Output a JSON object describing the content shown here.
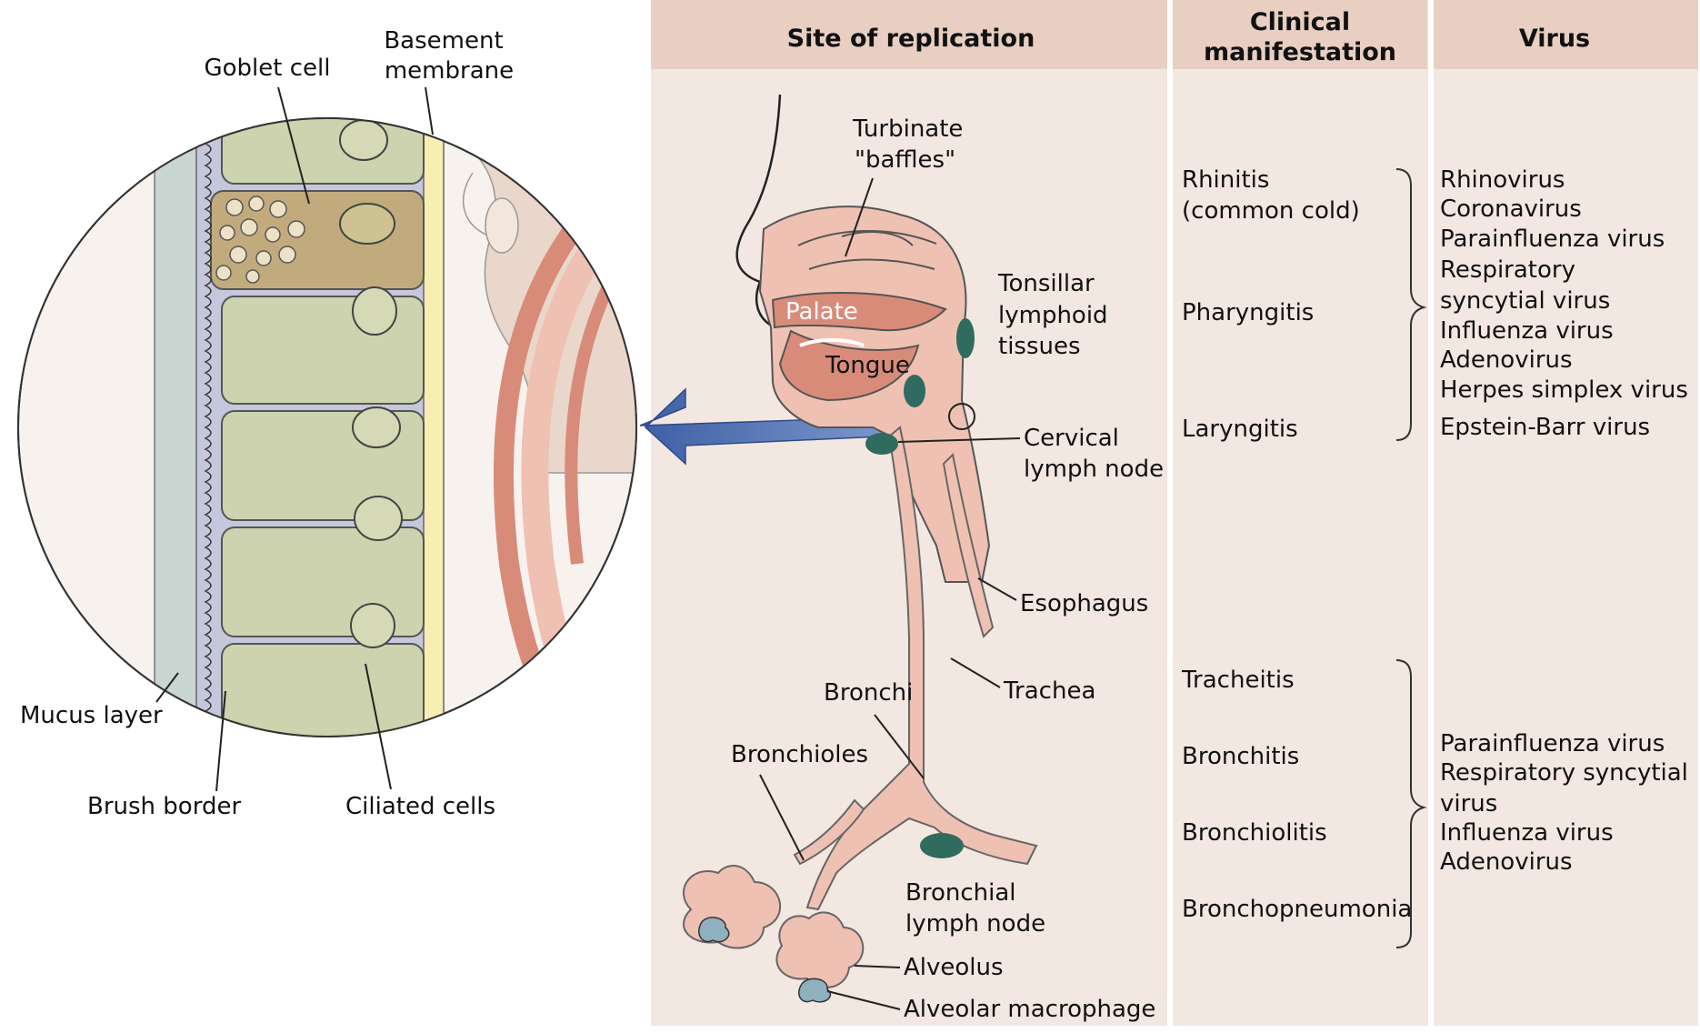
{
  "headers": {
    "site": "Site of replication",
    "clinical_line1": "Clinical",
    "clinical_line2": "manifestation",
    "virus": "Virus"
  },
  "left_labels": {
    "goblet_cell": "Goblet cell",
    "basement_line1": "Basement",
    "basement_line2": "membrane",
    "mucus_layer": "Mucus layer",
    "brush_border": "Brush border",
    "ciliated_cells": "Ciliated cells"
  },
  "anatomy_labels": {
    "turbinate_line1": "Turbinate",
    "turbinate_line2": "\"baffles\"",
    "palate": "Palate",
    "tongue": "Tongue",
    "tonsillar_line1": "Tonsillar",
    "tonsillar_line2": "lymphoid",
    "tonsillar_line3": "tissues",
    "cervical_line1": "Cervical",
    "cervical_line2": "lymph node",
    "esophagus": "Esophagus",
    "trachea": "Trachea",
    "bronchi": "Bronchi",
    "bronchioles": "Bronchioles",
    "bronchial_line1": "Bronchial",
    "bronchial_line2": "lymph node",
    "alveolus": "Alveolus",
    "alveolar_macrophage": "Alveolar macrophage"
  },
  "upper_clinical": [
    "Rhinitis",
    "(common cold)",
    "Pharyngitis",
    "Laryngitis"
  ],
  "upper_viruses": [
    "Rhinovirus",
    "Coronavirus",
    "Parainfluenza virus",
    "Respiratory",
    "syncytial virus",
    "Influenza virus",
    "Adenovirus",
    "Herpes simplex virus",
    "Epstein-Barr virus"
  ],
  "lower_clinical": [
    "Tracheitis",
    "Bronchitis",
    "Bronchiolitis",
    "Bronchopneumonia"
  ],
  "lower_viruses": [
    "Parainfluenza virus",
    "Respiratory syncytial",
    "virus",
    "Influenza virus",
    "Adenovirus"
  ],
  "colors": {
    "panel_bg": "#f3e7e1",
    "header_bg": "#e8cfc2",
    "tissue_pink": "#efc1b3",
    "tissue_dark": "#d98b7a",
    "lymph_green": "#2f6b5f",
    "cell_green": "#cdd3ae",
    "goblet_brown": "#c1ab7d",
    "membrane_yellow": "#f7efb2",
    "mucus_gray": "#c9d5d0",
    "arrow_blue": "#4d6fb3"
  }
}
